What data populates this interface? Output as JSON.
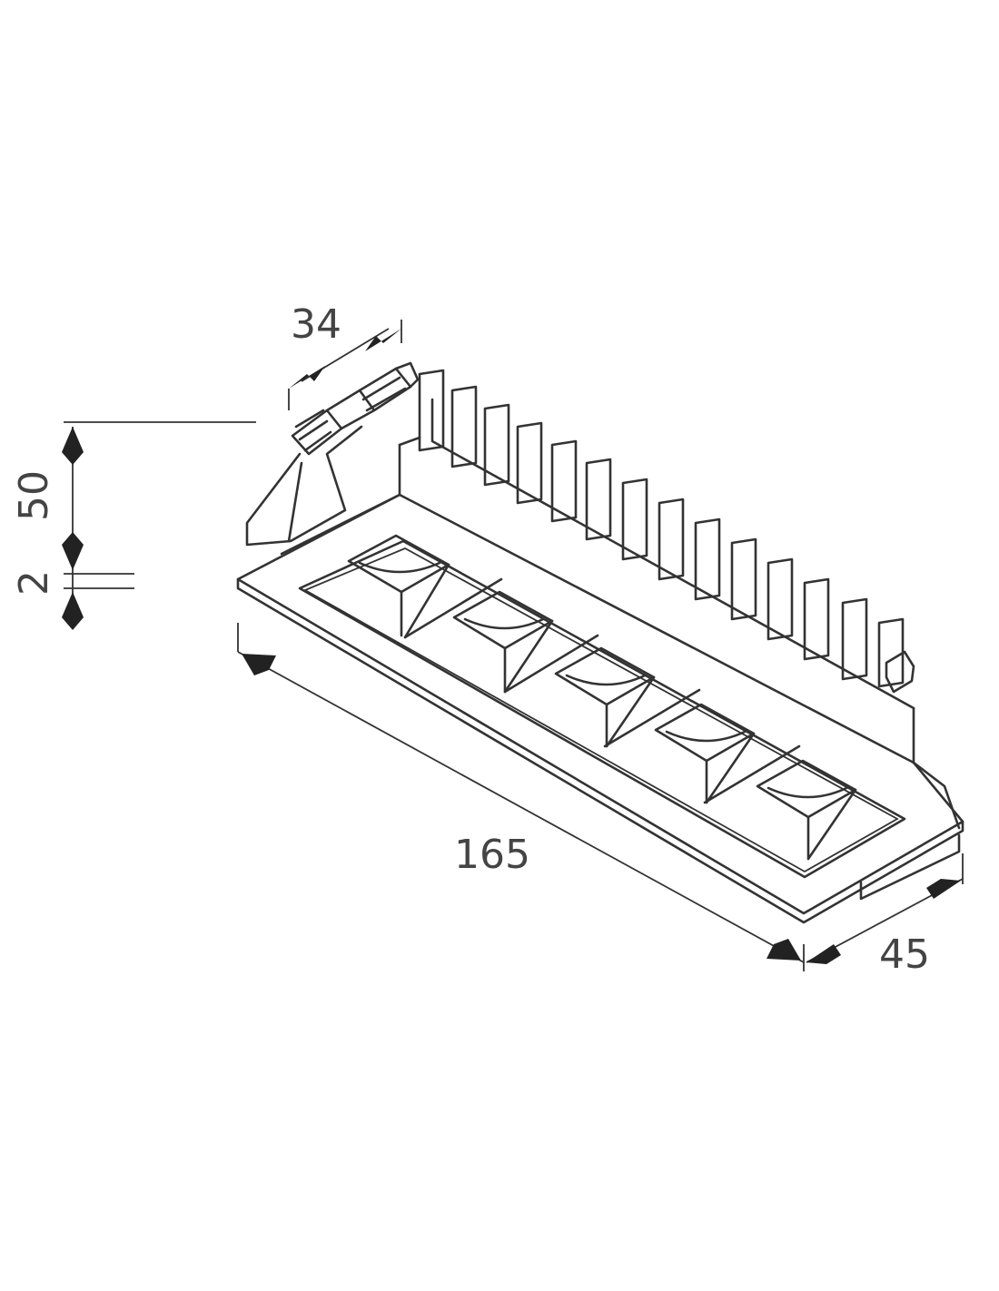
{
  "dimensions": {
    "width_top": "34",
    "height_body": "50",
    "height_flange": "2",
    "length": "165",
    "depth": "45"
  },
  "lens_count": 5,
  "colors": {
    "line": "#333333",
    "text": "#444444",
    "background": "#ffffff"
  }
}
